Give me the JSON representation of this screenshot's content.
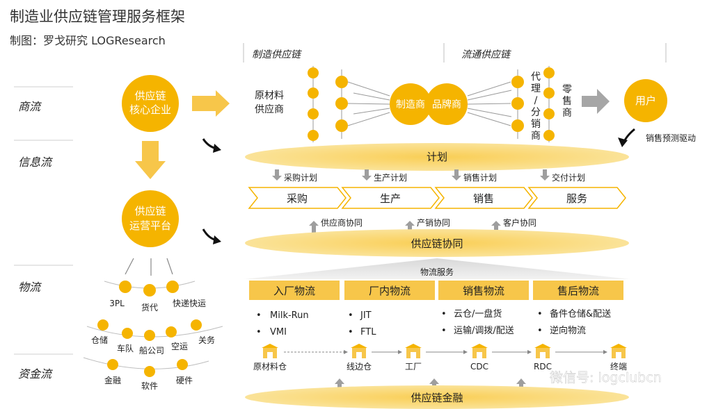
{
  "title": "制造业供应链管理服务框架",
  "subtitle": "制图：罗戈研究 LOGResearch",
  "columns": {
    "manufacturing": "制造供应链",
    "circulation": "流通供应链"
  },
  "rows": {
    "commerce": "商流",
    "information": "信息流",
    "logistics": "物流",
    "capital": "资金流"
  },
  "left": {
    "core_enterprise": [
      "供应链",
      "核心企业"
    ],
    "ops_platform": [
      "供应链",
      "运营平台"
    ],
    "nodes_row1": [
      "3PL",
      "货代",
      "快递快运"
    ],
    "nodes_row2": [
      "仓储",
      "车队",
      "船公司",
      "空运",
      "关务"
    ],
    "nodes_row3": [
      "金融",
      "软件",
      "硬件"
    ]
  },
  "commerce_flow": {
    "raw_supplier": [
      "原材料",
      "供应商"
    ],
    "manufacturer": "制造商",
    "brand_owner": "品牌商",
    "agent_dist": [
      "代",
      "理",
      "/",
      "分",
      "销",
      "商"
    ],
    "retailer": [
      "零",
      "售",
      "商"
    ],
    "user": "用户",
    "demand_driven": "销售预测驱动"
  },
  "information_flow": {
    "plan": "计划",
    "sub_plans": [
      "采购计划",
      "生产计划",
      "销售计划",
      "交付计划"
    ],
    "stages": [
      "采购",
      "生产",
      "销售",
      "服务"
    ],
    "collab_items": [
      "供应商协同",
      "产销协同",
      "客户协同"
    ],
    "collab": "供应链协同"
  },
  "logistics_flow": {
    "service_title": "物流服务",
    "categories": [
      "入厂物流",
      "厂内物流",
      "销售物流",
      "售后物流"
    ],
    "bullets": [
      [
        "Milk-Run",
        "VMI"
      ],
      [
        "JIT",
        "FTL"
      ],
      [
        "云仓/一盘货",
        "运输/调拨/配送"
      ],
      [
        "备件仓储&配送",
        "逆向物流"
      ]
    ],
    "nodes": [
      "原材料仓",
      "线边仓",
      "工厂",
      "CDC",
      "RDC",
      "终端"
    ]
  },
  "capital_flow": {
    "finance": "供应链金融"
  },
  "watermark": "微信号: logclubcn",
  "colors": {
    "gold": "#F5B400",
    "gold_light": "#FBE39C",
    "gold_band": "#F8CE5A",
    "arrow_gray": "#9E9E9E",
    "chevron_border": "#F5B400"
  }
}
